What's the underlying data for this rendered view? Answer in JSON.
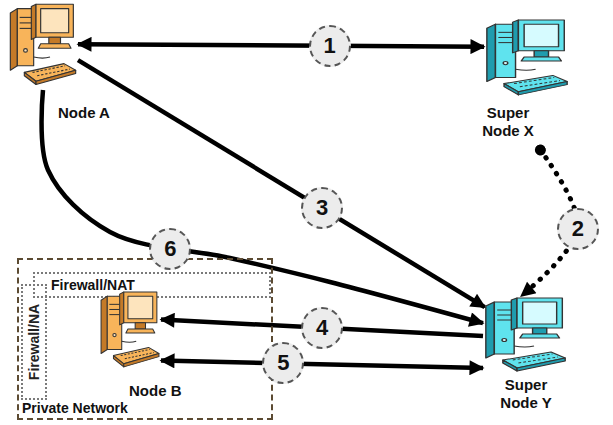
{
  "diagram": {
    "nodes": [
      {
        "text": [
          "Node A"
        ]
      },
      {
        "text": [
          "Super Node X"
        ]
      },
      {
        "text": [
          "Private Network"
        ]
      },
      {
        "text": [
          "Firewall/NAT"
        ],
        "in": 2
      },
      {
        "text": [
          "Firewall/NA"
        ],
        "in": 2
      },
      {
        "text": [
          "Node B"
        ],
        "in": 2
      },
      {
        "text": [
          "Super Node Y"
        ]
      }
    ],
    "edges": [
      {
        "from": 0,
        "to": 1,
        "label": "1",
        "arrow": "both"
      },
      {
        "from": 1,
        "to": 6,
        "label": "2",
        "arrow": "to"
      },
      {
        "from": 0,
        "to": 6,
        "label": "3",
        "arrow": "to"
      },
      {
        "from": 6,
        "to": 5,
        "label": "4",
        "arrow": "to"
      },
      {
        "from": 5,
        "to": 6,
        "label": "5",
        "arrow": "both"
      },
      {
        "from": 0,
        "to": 6,
        "label": "6",
        "arrow": "to"
      }
    ]
  }
}
